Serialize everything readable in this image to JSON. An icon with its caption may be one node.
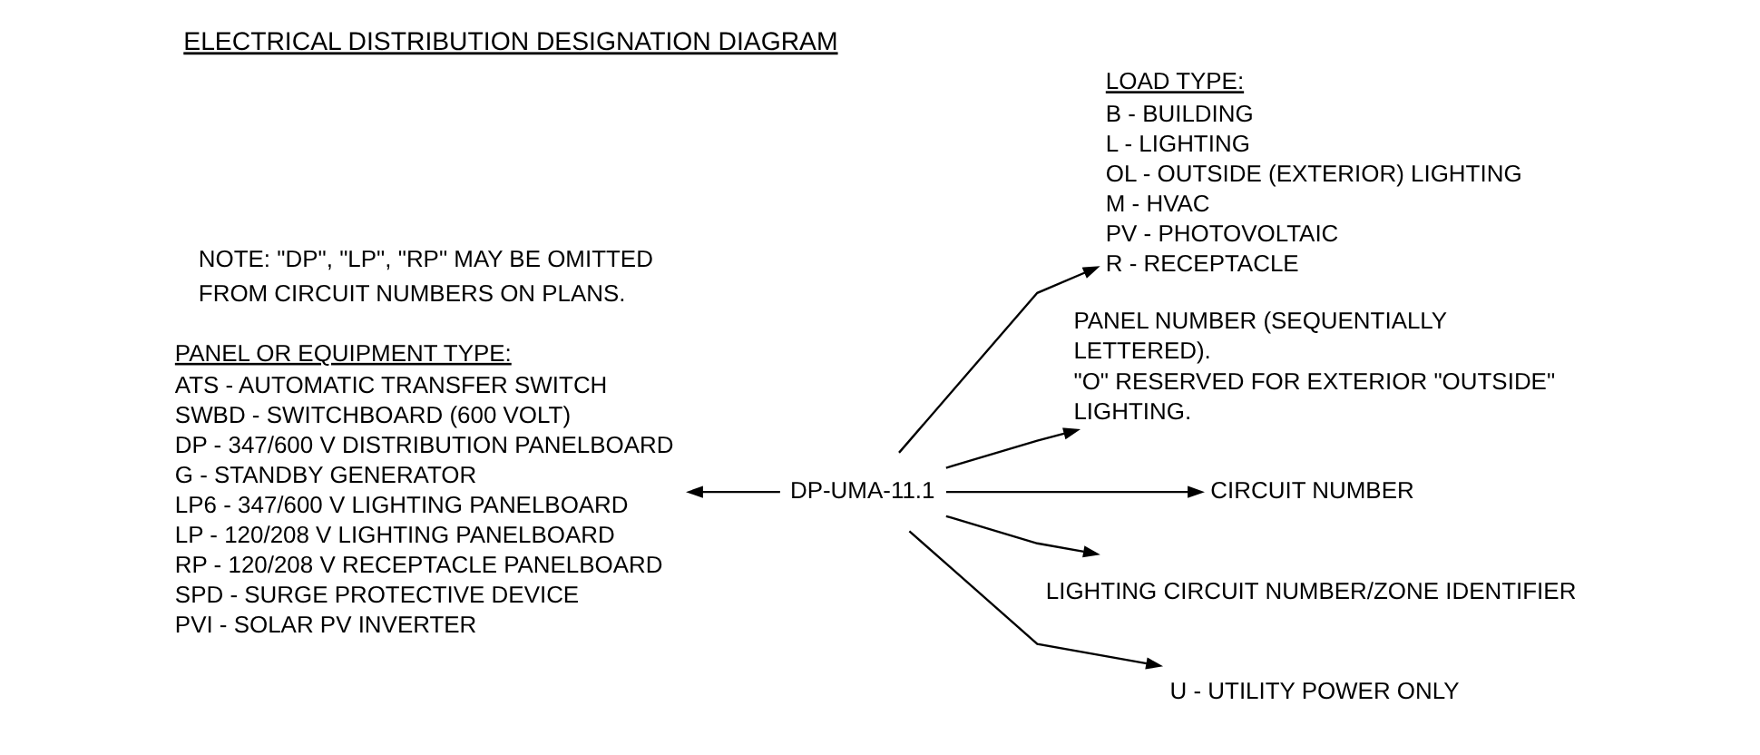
{
  "diagram": {
    "title": "ELECTRICAL DISTRIBUTION DESIGNATION DIAGRAM",
    "nodes": [
      {
        "text": [
          "DP-UMA-11.1"
        ]
      },
      {
        "text": [
          "U - UTILITY POWER ONLY"
        ]
      },
      {
        "text": [
          "PANEL OR EQUIPMENT TYPE:",
          "ATS - AUTOMATIC TRANSFER SWITCH",
          "SWBD - SWITCHBOARD (600 VOLT)",
          "DP - 347/600 V DISTRIBUTION PANELBOARD",
          "G - STANDBY GENERATOR",
          "LP6 - 347/600 V LIGHTING PANELBOARD",
          "LP - 120/208 V LIGHTING PANELBOARD",
          "RP - 120/208 V RECEPTACLE PANELBOARD",
          "SPD - SURGE PROTECTIVE DEVICE",
          "PVI - SOLAR PV INVERTER"
        ]
      },
      {
        "text": [
          "LIGHTING CIRCUIT NUMBER/ZONE IDENTIFIER"
        ]
      },
      {
        "text": [
          "CIRCUIT NUMBER"
        ]
      },
      {
        "text": [
          "PANEL NUMBER (SEQUENTIALLY LETTERED).",
          "\"O\" RESERVED FOR EXTERIOR \"OUTSIDE\" LIGHTING."
        ]
      },
      {
        "text": [
          "LOAD TYPE:",
          "B - BUILDING",
          "L - LIGHTING",
          "OL - OUTSIDE (EXTERIOR) LIGHTING",
          "M - HVAC",
          "PV - PHOTOVOLTAIC",
          "R - RECEPTACLE"
        ]
      }
    ],
    "edges": [
      {
        "from": 0,
        "to": 1,
        "arrow": "to"
      },
      {
        "from": 0,
        "to": 2,
        "arrow": "to"
      },
      {
        "from": 0,
        "to": 3,
        "arrow": "to"
      },
      {
        "from": 0,
        "to": 4,
        "arrow": "to"
      },
      {
        "from": 0,
        "to": 5,
        "arrow": "to"
      },
      {
        "from": 0,
        "to": 6,
        "arrow": "to"
      }
    ],
    "labels": [
      "NOTE: \"DP\", \"LP\", \"RP\" MAY BE OMITTED FROM CIRCUIT NUMBERS ON PLANS."
    ]
  }
}
